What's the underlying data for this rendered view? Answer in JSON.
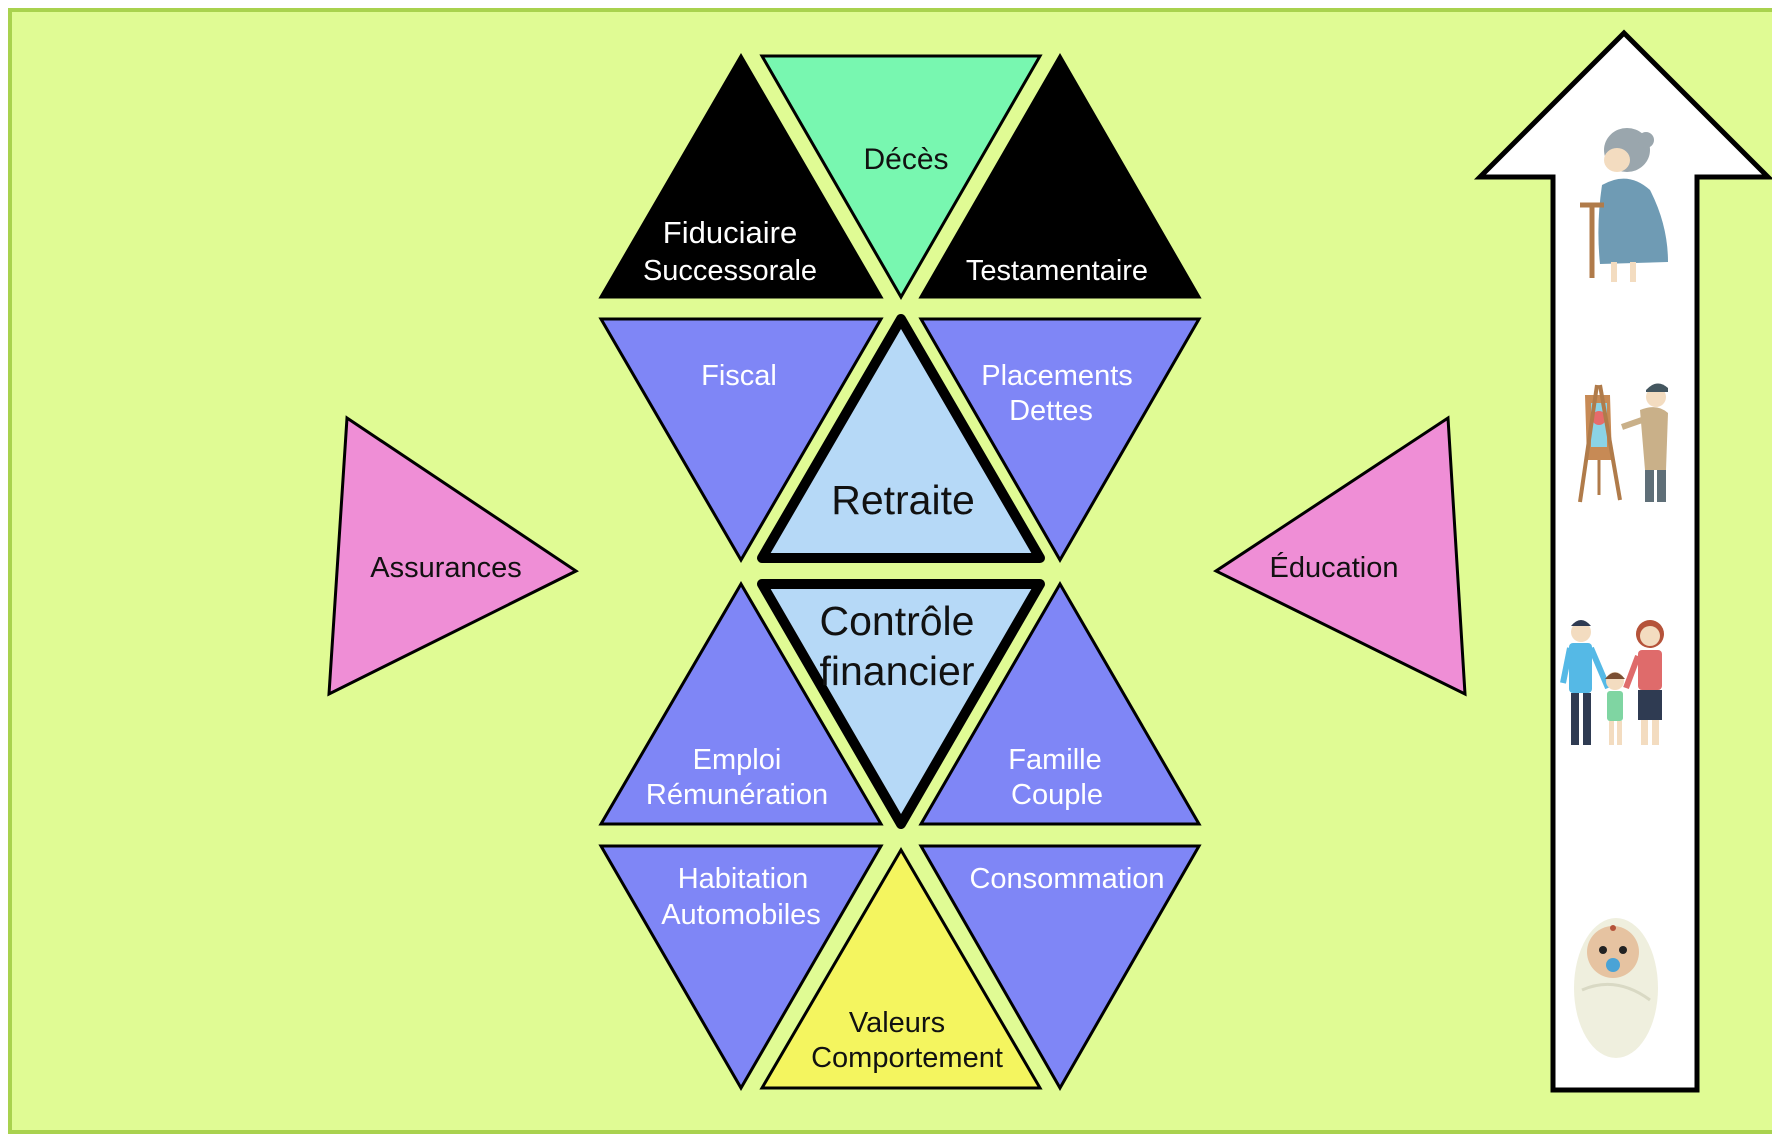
{
  "colors": {
    "background": "#e0fb94",
    "border": "#a9d24e",
    "black_tile": "#000000",
    "blue_tile": "#7f86f6",
    "light_blue_tile": "#b6d9f7",
    "green_tile": "#78f7b0",
    "yellow_tile": "#f4f55f",
    "pink_tile": "#ef8ed6"
  },
  "tiles": {
    "deces": "Décès",
    "fiduciaire_line1": "Fiduciaire",
    "fiduciaire_line2": "Successorale",
    "testamentaire": "Testamentaire",
    "fiscal": "Fiscal",
    "placements_line1": "Placements",
    "placements_line2": "Dettes",
    "retraite": "Retraite",
    "controle_line1": "Contrôle",
    "controle_line2": "financier",
    "emploi_line1": "Emploi",
    "emploi_line2": "Rémunération",
    "famille_line1": "Famille",
    "famille_line2": "Couple",
    "habitation_line1": "Habitation",
    "habitation_line2": "Automobiles",
    "consommation": "Consommation",
    "valeurs_line1": "Valeurs",
    "valeurs_line2": "Comportement",
    "assurances": "Assurances",
    "education": "Éducation"
  },
  "life_stages": [
    "elderly-person",
    "painter-adult",
    "family",
    "baby"
  ]
}
